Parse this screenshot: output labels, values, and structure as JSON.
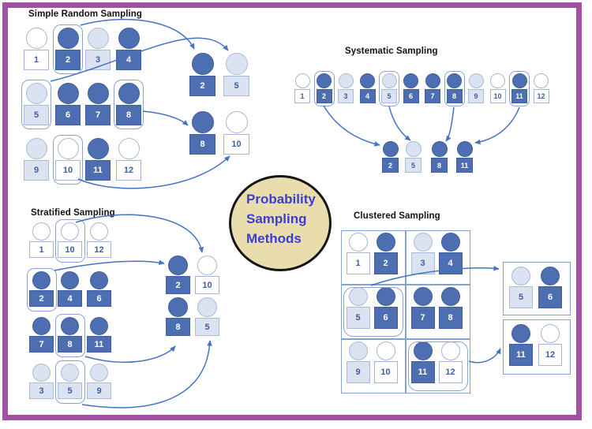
{
  "diagram_title": "Probability Sampling Methods",
  "center_label": {
    "lines": [
      "Probability",
      "Sampling",
      "Methods"
    ]
  },
  "sections": {
    "simple_random": {
      "title": "Simple Random Sampling",
      "population_rows": [
        [
          1,
          2,
          3,
          4
        ],
        [
          5,
          6,
          7,
          8
        ],
        [
          9,
          10,
          11,
          12
        ]
      ],
      "selected": [
        2,
        5,
        8,
        10
      ],
      "sample_rows": [
        [
          2,
          5
        ],
        [
          8,
          10
        ]
      ]
    },
    "systematic": {
      "title": "Systematic Sampling",
      "population": [
        1,
        2,
        3,
        4,
        5,
        6,
        7,
        8,
        9,
        10,
        11,
        12
      ],
      "selected": [
        2,
        5,
        8,
        11
      ],
      "sample": [
        2,
        5,
        8,
        11
      ]
    },
    "stratified": {
      "title": "Stratified Sampling",
      "strata_rows": [
        [
          1,
          10,
          12
        ],
        [
          2,
          4,
          6
        ],
        [
          7,
          8,
          11
        ],
        [
          3,
          5,
          9
        ]
      ],
      "selected": [
        10,
        2,
        8,
        5
      ],
      "sample_rows": [
        [
          2,
          10
        ],
        [
          8,
          5
        ]
      ]
    },
    "clustered": {
      "title": "Clustered Sampling",
      "clusters": [
        [
          1,
          2
        ],
        [
          3,
          4
        ],
        [
          5,
          6
        ],
        [
          7,
          8
        ],
        [
          9,
          10
        ],
        [
          11,
          12
        ]
      ],
      "selected_cluster_indices": [
        2,
        5
      ],
      "sample_boxes": [
        [
          5,
          6
        ],
        [
          11,
          12
        ]
      ]
    }
  },
  "person_tones": {
    "1": "white",
    "2": "dark",
    "3": "light",
    "4": "dark",
    "5": "light",
    "6": "dark",
    "7": "dark",
    "8": "dark",
    "9": "light",
    "10": "white",
    "11": "dark",
    "12": "white"
  },
  "colors": {
    "frame": "#a351a3",
    "arrow": "#4472c4",
    "selection_outline": "#8ca3cf",
    "grid_border": "#85a2cc",
    "center_fill": "#e9ddae",
    "center_border": "#151515",
    "center_text": "#3a3ed2",
    "title_text": "#111111",
    "dark_fill": "#4d6fb2",
    "dark_border": "#3e5e9d",
    "dark_text": "#ffffff",
    "light_fill": "#dbe2f1",
    "light_border": "#aabad9",
    "light_text": "#3f5f9f",
    "white_fill": "#ffffff",
    "white_border": "#a6b5d6",
    "white_text": "#3f5f9f"
  }
}
